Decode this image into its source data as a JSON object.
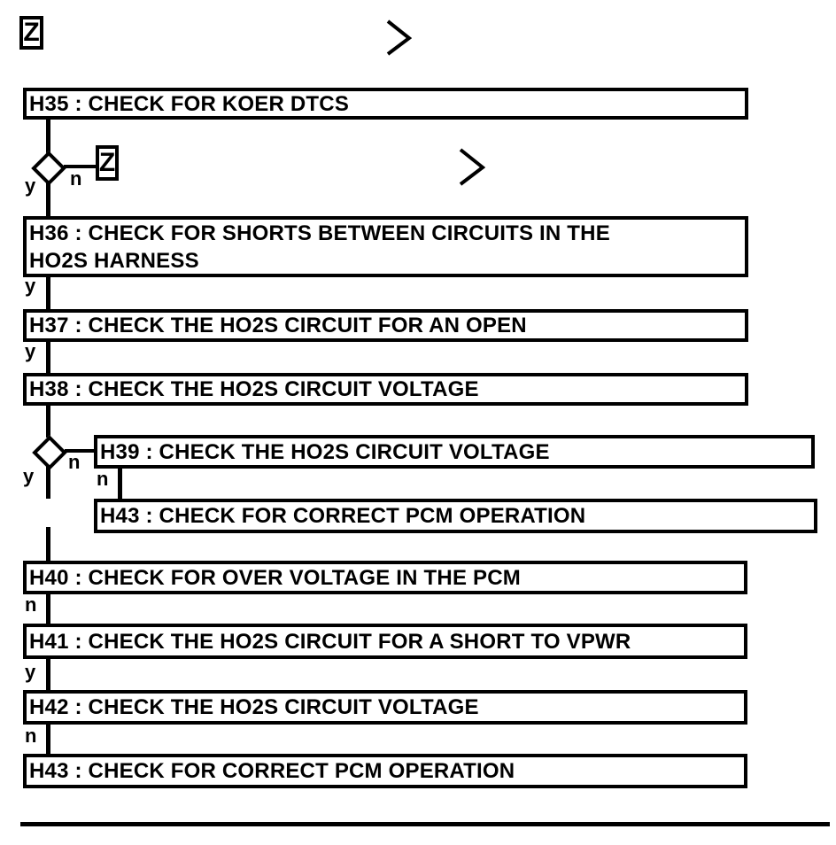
{
  "colors": {
    "ink": "#000000",
    "paper": "#ffffff"
  },
  "icons": {
    "offpage_connector_glyph": "Z",
    "flow_continue": "chevron-right"
  },
  "steps": [
    {
      "id": "H35",
      "lines": [
        "H35 : CHECK FOR KOER DTCS"
      ]
    },
    {
      "id": "H36",
      "lines": [
        "H36 : CHECK FOR SHORTS BETWEEN CIRCUITS IN THE",
        "HO2S HARNESS"
      ]
    },
    {
      "id": "H37",
      "lines": [
        "H37 : CHECK THE HO2S CIRCUIT FOR AN OPEN"
      ]
    },
    {
      "id": "H38",
      "lines": [
        "H38 : CHECK THE HO2S CIRCUIT VOLTAGE"
      ]
    },
    {
      "id": "H39",
      "lines": [
        "H39 : CHECK THE HO2S CIRCUIT VOLTAGE"
      ]
    },
    {
      "id": "H43-upper",
      "lines": [
        "H43 : CHECK FOR CORRECT PCM OPERATION"
      ]
    },
    {
      "id": "H40",
      "lines": [
        "H40 : CHECK FOR OVER VOLTAGE IN THE PCM"
      ]
    },
    {
      "id": "H41",
      "lines": [
        "H41 : CHECK THE HO2S CIRCUIT FOR A SHORT TO VPWR"
      ]
    },
    {
      "id": "H42",
      "lines": [
        "H42 : CHECK THE HO2S CIRCUIT VOLTAGE"
      ]
    },
    {
      "id": "H43-lower",
      "lines": [
        "H43 : CHECK FOR CORRECT PCM OPERATION"
      ]
    }
  ],
  "branch_labels": {
    "after_h35_yes": "y",
    "after_h35_no": "n",
    "after_h36_yes": "y",
    "after_h37_yes": "y",
    "after_h38_yes": "y",
    "after_h38_no": "n",
    "after_h39_no": "n",
    "after_h40_no": "n",
    "after_h41_yes": "y",
    "after_h42_no": "n"
  }
}
